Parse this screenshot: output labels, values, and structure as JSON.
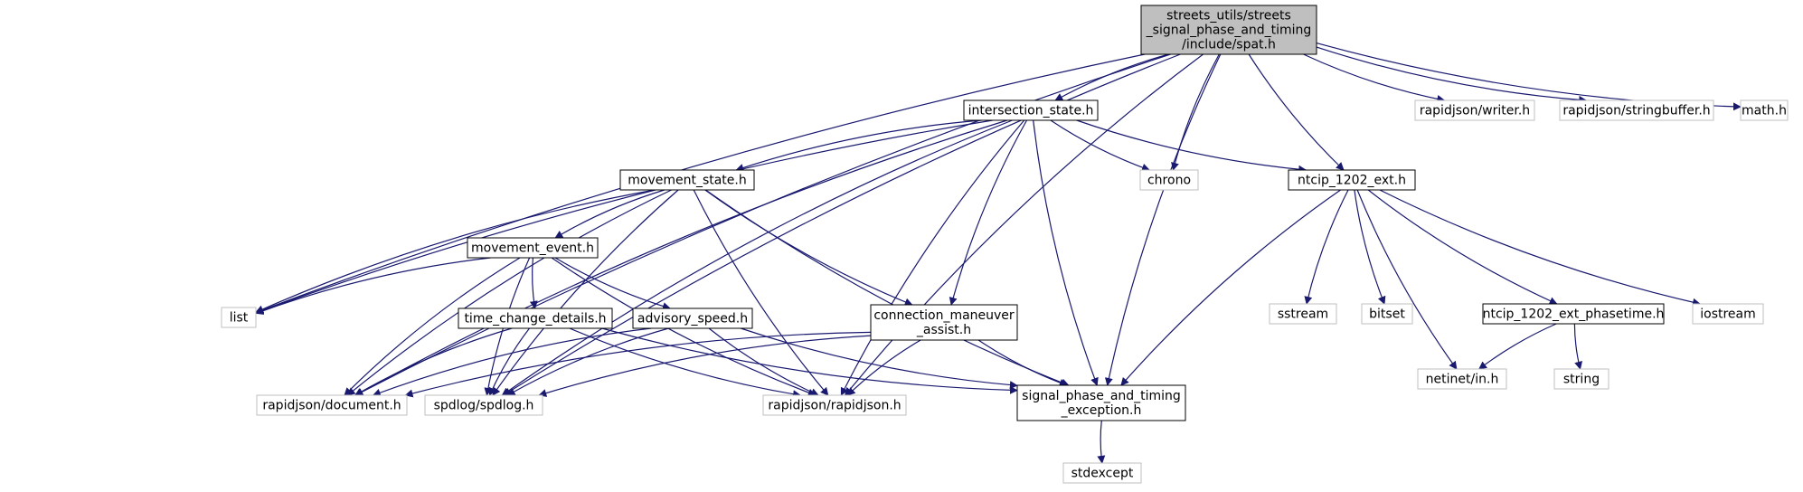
{
  "colors": {
    "edge": "#191970",
    "root_fill": "#bfbfbf",
    "project_border": "#000000",
    "external_border": "#bfbfbf",
    "text": "#000000"
  },
  "nodes": [
    {
      "id": "spat",
      "kind": "root",
      "lines": [
        "streets_utils/streets",
        "_signal_phase_and_timing",
        "/include/spat.h"
      ]
    },
    {
      "id": "intersection_state",
      "kind": "project",
      "lines": [
        "intersection_state.h"
      ]
    },
    {
      "id": "rapidjson_writer",
      "kind": "external",
      "lines": [
        "rapidjson/writer.h"
      ]
    },
    {
      "id": "rapidjson_stringbuffer",
      "kind": "external",
      "lines": [
        "rapidjson/stringbuffer.h"
      ]
    },
    {
      "id": "math",
      "kind": "external",
      "lines": [
        "math.h"
      ]
    },
    {
      "id": "movement_state",
      "kind": "project",
      "lines": [
        "movement_state.h"
      ]
    },
    {
      "id": "chrono",
      "kind": "external",
      "lines": [
        "chrono"
      ]
    },
    {
      "id": "ntcip_1202_ext",
      "kind": "project",
      "lines": [
        "ntcip_1202_ext.h"
      ]
    },
    {
      "id": "movement_event",
      "kind": "project",
      "lines": [
        "movement_event.h"
      ]
    },
    {
      "id": "sstream",
      "kind": "external",
      "lines": [
        "sstream"
      ]
    },
    {
      "id": "bitset",
      "kind": "external",
      "lines": [
        "bitset"
      ]
    },
    {
      "id": "ntcip_1202_ext_phasetime",
      "kind": "project",
      "lines": [
        "ntcip_1202_ext_phasetime.h"
      ]
    },
    {
      "id": "iostream",
      "kind": "external",
      "lines": [
        "iostream"
      ]
    },
    {
      "id": "list",
      "kind": "external",
      "lines": [
        "list"
      ]
    },
    {
      "id": "time_change_details",
      "kind": "project",
      "lines": [
        "time_change_details.h"
      ]
    },
    {
      "id": "advisory_speed",
      "kind": "project",
      "lines": [
        "advisory_speed.h"
      ]
    },
    {
      "id": "connection_maneuver_assist",
      "kind": "project",
      "lines": [
        "connection_maneuver",
        "_assist.h"
      ]
    },
    {
      "id": "netinet_in",
      "kind": "external",
      "lines": [
        "netinet/in.h"
      ]
    },
    {
      "id": "string",
      "kind": "external",
      "lines": [
        "string"
      ]
    },
    {
      "id": "rapidjson_document",
      "kind": "external",
      "lines": [
        "rapidjson/document.h"
      ]
    },
    {
      "id": "spdlog",
      "kind": "external",
      "lines": [
        "spdlog/spdlog.h"
      ]
    },
    {
      "id": "rapidjson_rapidjson",
      "kind": "external",
      "lines": [
        "rapidjson/rapidjson.h"
      ]
    },
    {
      "id": "signal_phase_and_timing_exception",
      "kind": "project",
      "lines": [
        "signal_phase_and_timing",
        "_exception.h"
      ]
    },
    {
      "id": "stdexcept",
      "kind": "external",
      "lines": [
        "stdexcept"
      ]
    }
  ],
  "edges": [
    [
      "spat",
      "intersection_state"
    ],
    [
      "spat",
      "rapidjson_writer"
    ],
    [
      "spat",
      "rapidjson_stringbuffer"
    ],
    [
      "spat",
      "math"
    ],
    [
      "spat",
      "chrono"
    ],
    [
      "spat",
      "ntcip_1202_ext"
    ],
    [
      "spat",
      "list"
    ],
    [
      "spat",
      "rapidjson_document"
    ],
    [
      "spat",
      "spdlog"
    ],
    [
      "spat",
      "rapidjson_rapidjson"
    ],
    [
      "spat",
      "signal_phase_and_timing_exception"
    ],
    [
      "intersection_state",
      "movement_state"
    ],
    [
      "intersection_state",
      "chrono"
    ],
    [
      "intersection_state",
      "ntcip_1202_ext"
    ],
    [
      "intersection_state",
      "list"
    ],
    [
      "intersection_state",
      "rapidjson_document"
    ],
    [
      "intersection_state",
      "spdlog"
    ],
    [
      "intersection_state",
      "connection_maneuver_assist"
    ],
    [
      "intersection_state",
      "rapidjson_rapidjson"
    ],
    [
      "intersection_state",
      "signal_phase_and_timing_exception"
    ],
    [
      "movement_state",
      "movement_event"
    ],
    [
      "movement_state",
      "list"
    ],
    [
      "movement_state",
      "rapidjson_document"
    ],
    [
      "movement_state",
      "spdlog"
    ],
    [
      "movement_state",
      "connection_maneuver_assist"
    ],
    [
      "movement_state",
      "rapidjson_rapidjson"
    ],
    [
      "movement_state",
      "signal_phase_and_timing_exception"
    ],
    [
      "movement_event",
      "list"
    ],
    [
      "movement_event",
      "time_change_details"
    ],
    [
      "movement_event",
      "advisory_speed"
    ],
    [
      "movement_event",
      "rapidjson_document"
    ],
    [
      "movement_event",
      "spdlog"
    ],
    [
      "movement_event",
      "rapidjson_rapidjson"
    ],
    [
      "time_change_details",
      "rapidjson_document"
    ],
    [
      "time_change_details",
      "spdlog"
    ],
    [
      "time_change_details",
      "rapidjson_rapidjson"
    ],
    [
      "time_change_details",
      "signal_phase_and_timing_exception"
    ],
    [
      "advisory_speed",
      "rapidjson_document"
    ],
    [
      "advisory_speed",
      "spdlog"
    ],
    [
      "advisory_speed",
      "rapidjson_rapidjson"
    ],
    [
      "advisory_speed",
      "signal_phase_and_timing_exception"
    ],
    [
      "connection_maneuver_assist",
      "rapidjson_document"
    ],
    [
      "connection_maneuver_assist",
      "spdlog"
    ],
    [
      "connection_maneuver_assist",
      "rapidjson_rapidjson"
    ],
    [
      "connection_maneuver_assist",
      "signal_phase_and_timing_exception"
    ],
    [
      "ntcip_1202_ext",
      "sstream"
    ],
    [
      "ntcip_1202_ext",
      "bitset"
    ],
    [
      "ntcip_1202_ext",
      "ntcip_1202_ext_phasetime"
    ],
    [
      "ntcip_1202_ext",
      "iostream"
    ],
    [
      "ntcip_1202_ext",
      "netinet_in"
    ],
    [
      "ntcip_1202_ext",
      "signal_phase_and_timing_exception"
    ],
    [
      "ntcip_1202_ext_phasetime",
      "netinet_in"
    ],
    [
      "ntcip_1202_ext_phasetime",
      "string"
    ],
    [
      "signal_phase_and_timing_exception",
      "stdexcept"
    ]
  ]
}
